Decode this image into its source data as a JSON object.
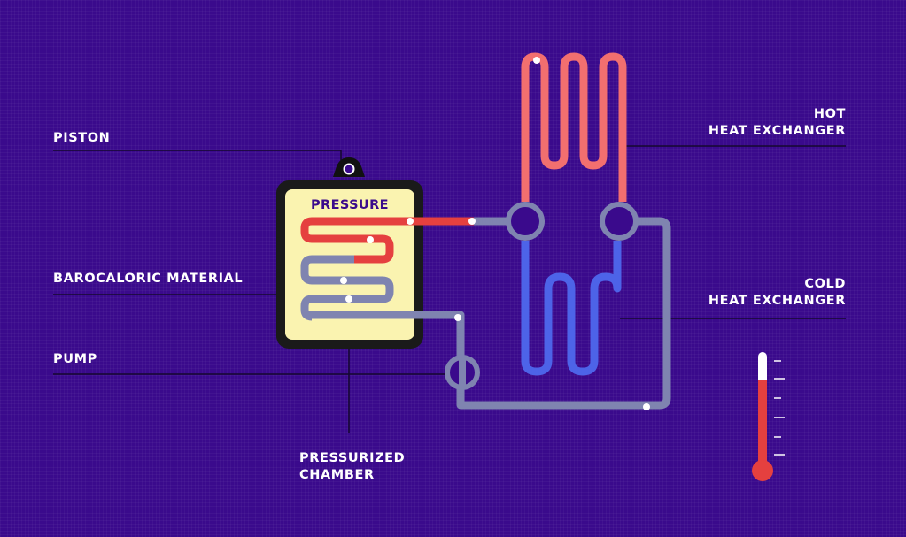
{
  "labels": {
    "piston": "PISTON",
    "barocaloric": "BAROCALORIC MATERIAL",
    "pump": "PUMP",
    "chamber_line1": "PRESSURIZED",
    "chamber_line2": "CHAMBER",
    "hot_line1": "HOT",
    "hot_line2": "HEAT EXCHANGER",
    "cold_line1": "COLD",
    "cold_line2": "HEAT EXCHANGER",
    "pressure": "PRESSURE"
  },
  "colors": {
    "background": "#3a0a8c",
    "hot": "#f26f6f",
    "cold": "#4d63e8",
    "neutral": "#7f84b0",
    "chamber_fill": "#faf3b0",
    "thermometer_fill": "#e5403f"
  },
  "thermometer": {
    "level": 0.75
  }
}
